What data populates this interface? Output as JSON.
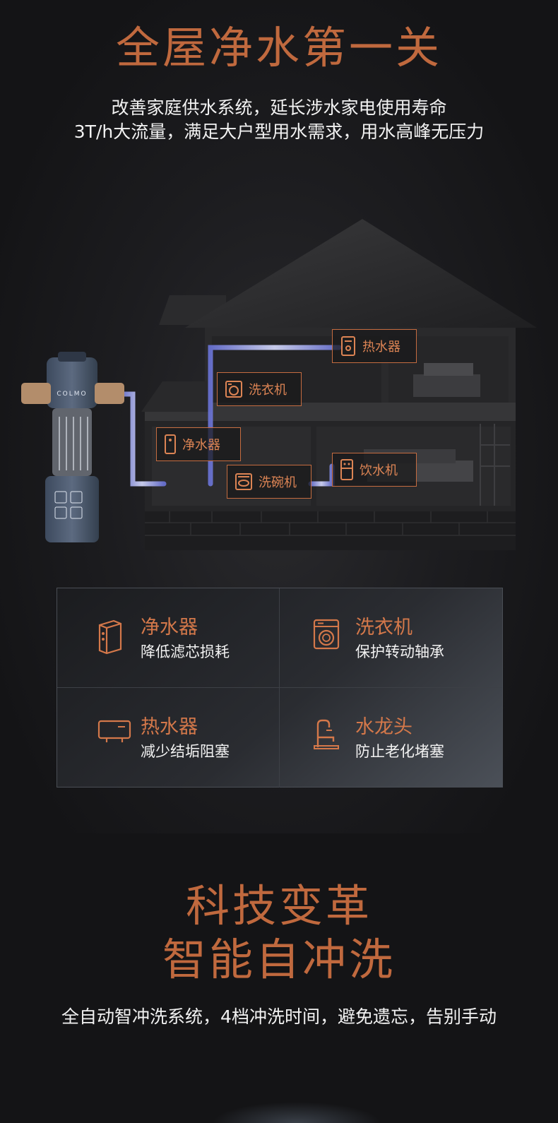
{
  "section1": {
    "title": "全屋净水第一关",
    "subtitle_line1": "改善家庭供水系统，延长涉水家电使用寿命",
    "subtitle_line2": "3T/h大流量，满足大户型用水需求，用水高峰无压力"
  },
  "product": {
    "brand": "COLMO"
  },
  "house_labels": [
    {
      "text": "热水器",
      "icon": "water-heater-icon"
    },
    {
      "text": "洗衣机",
      "icon": "washing-machine-icon"
    },
    {
      "text": "净水器",
      "icon": "water-purifier-icon"
    },
    {
      "text": "洗碗机",
      "icon": "dishwasher-icon"
    },
    {
      "text": "饮水机",
      "icon": "water-dispenser-icon"
    }
  ],
  "features": [
    {
      "name": "净水器",
      "desc": "降低滤芯损耗",
      "icon": "water-purifier-icon"
    },
    {
      "name": "洗衣机",
      "desc": "保护转动轴承",
      "icon": "washing-machine-icon"
    },
    {
      "name": "热水器",
      "desc": "减少结垢阻塞",
      "icon": "water-heater-icon"
    },
    {
      "name": "水龙头",
      "desc": "防止老化堵塞",
      "icon": "faucet-icon"
    }
  ],
  "section2": {
    "title_line1": "科技变革",
    "title_line2": "智能自冲洗",
    "subtitle": "全自动智冲洗系统，4档冲洗时间，避免遗忘，告别手动"
  },
  "colors": {
    "accent": "#c0693e",
    "text": "#f2f2f2",
    "background": "#141416"
  }
}
